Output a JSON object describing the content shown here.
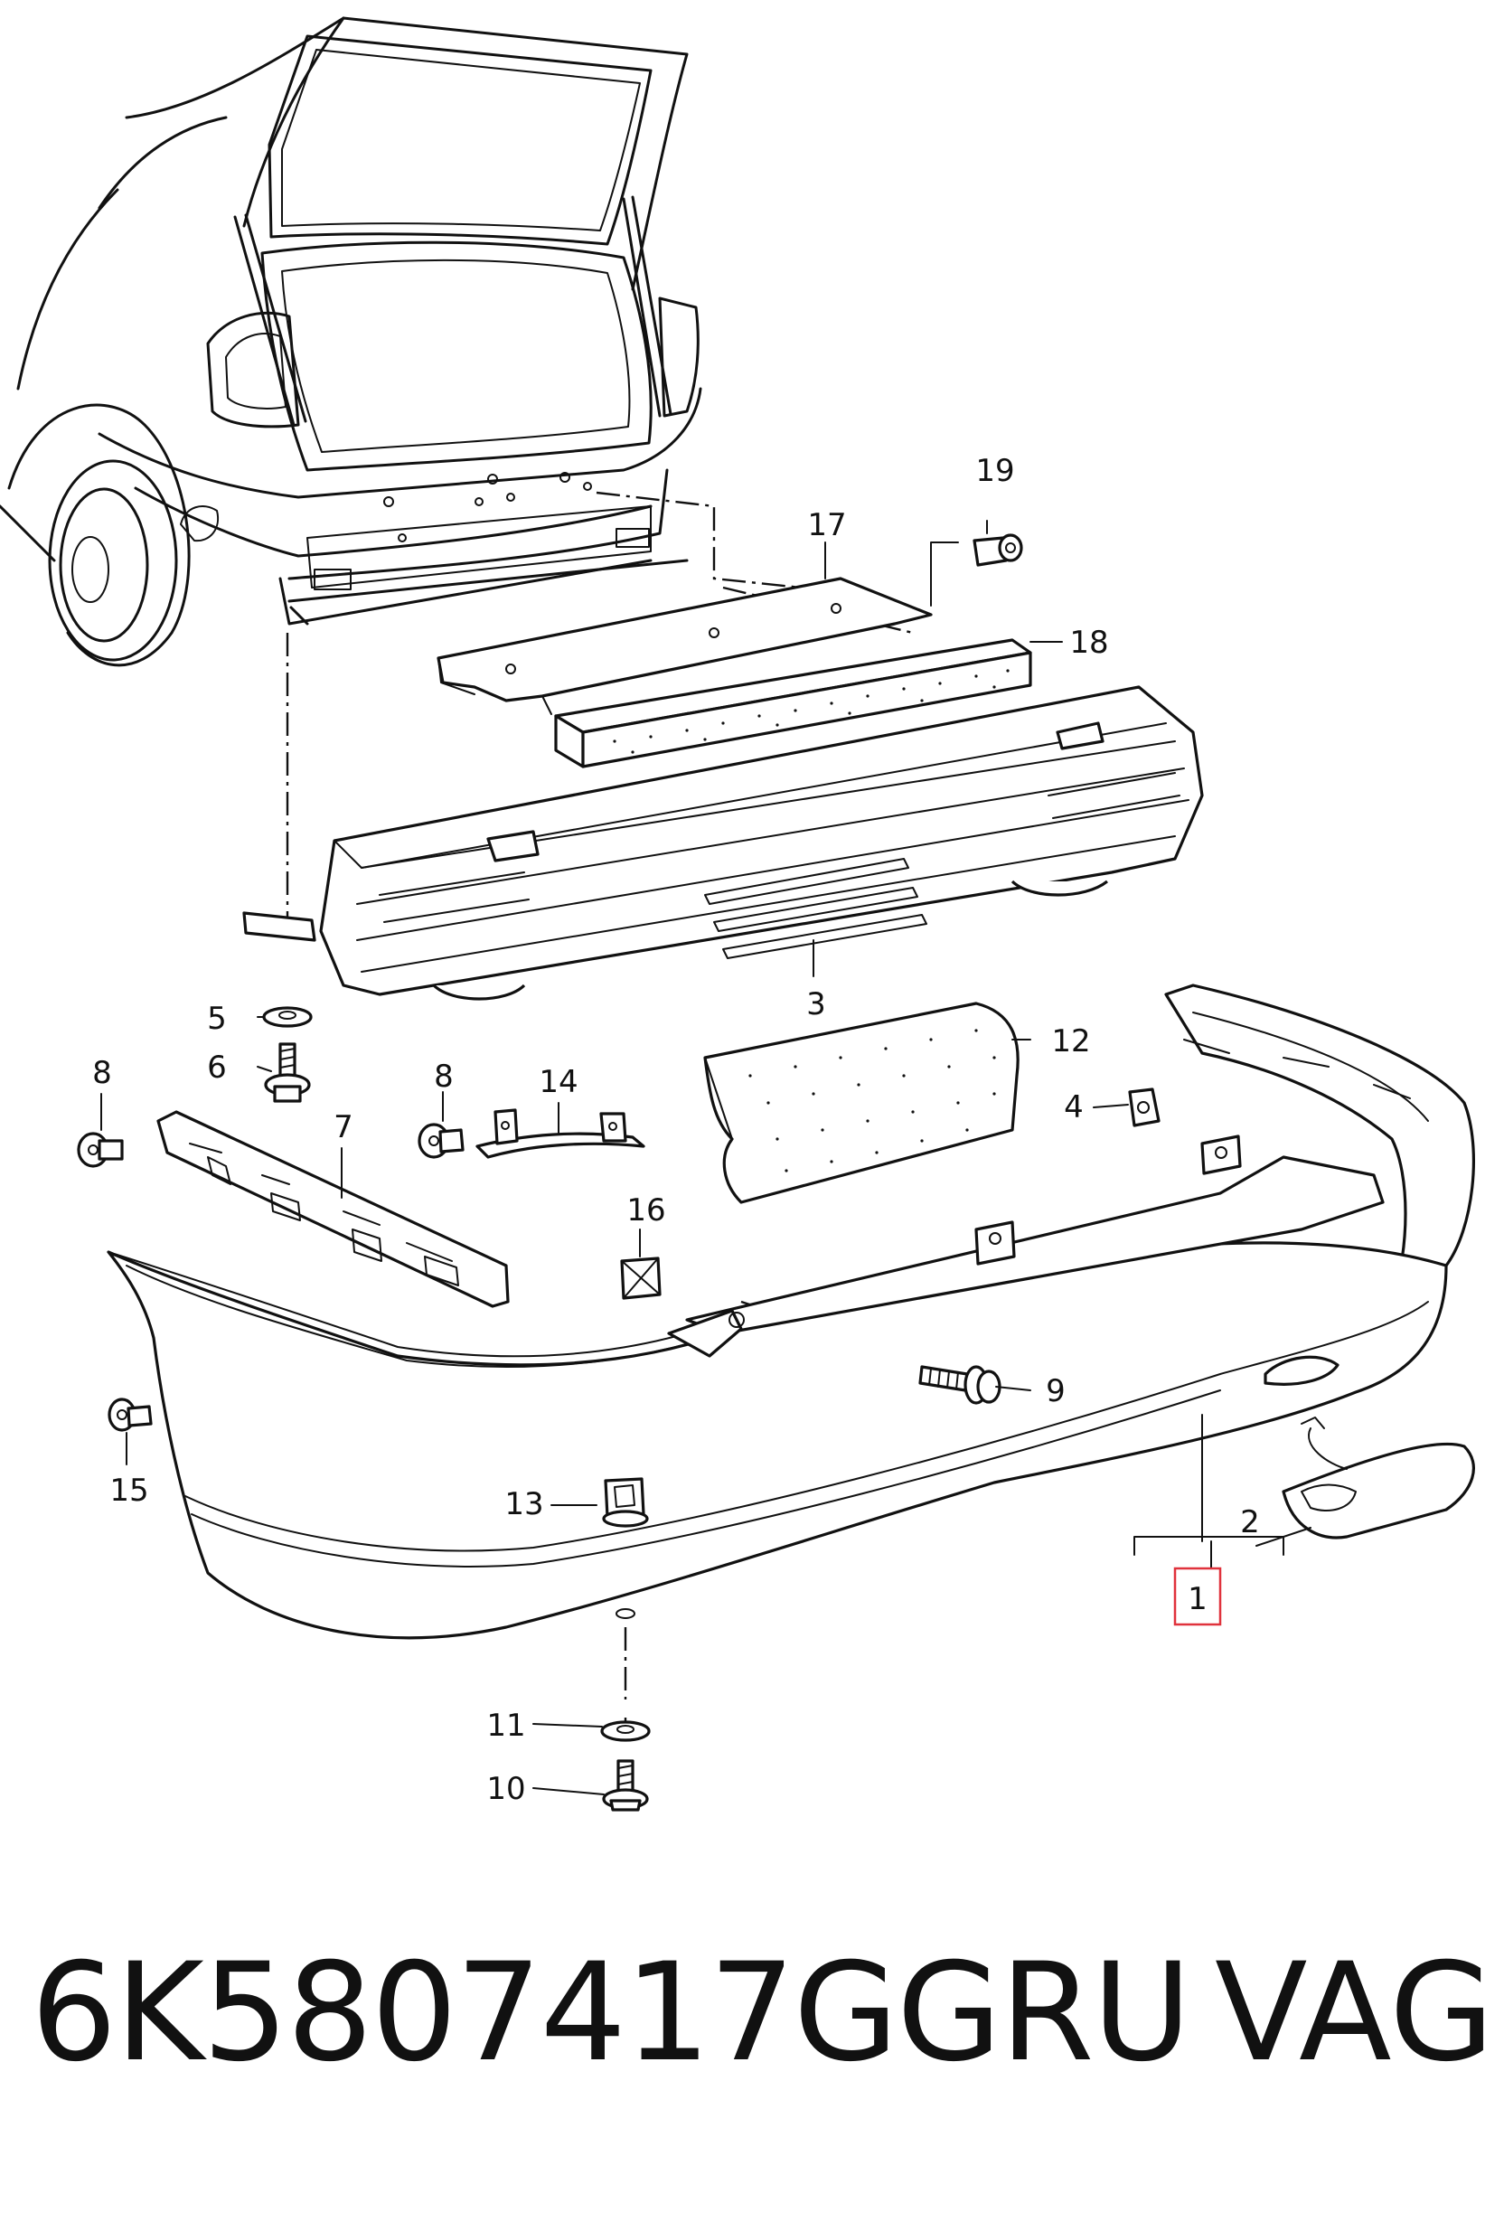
{
  "callouts": {
    "c1": "1",
    "c2": "2",
    "c3": "3",
    "c4": "4",
    "c5": "5",
    "c6": "6",
    "c7": "7",
    "c8a": "8",
    "c8b": "8",
    "c9": "9",
    "c10": "10",
    "c11": "11",
    "c12": "12",
    "c13": "13",
    "c14": "14",
    "c15": "15",
    "c16": "16",
    "c17": "17",
    "c18": "18",
    "c19": "19"
  },
  "highlight_color": "#e0323c",
  "footer": {
    "part_number": "6K5807417GGRU",
    "brand": "VAG"
  }
}
